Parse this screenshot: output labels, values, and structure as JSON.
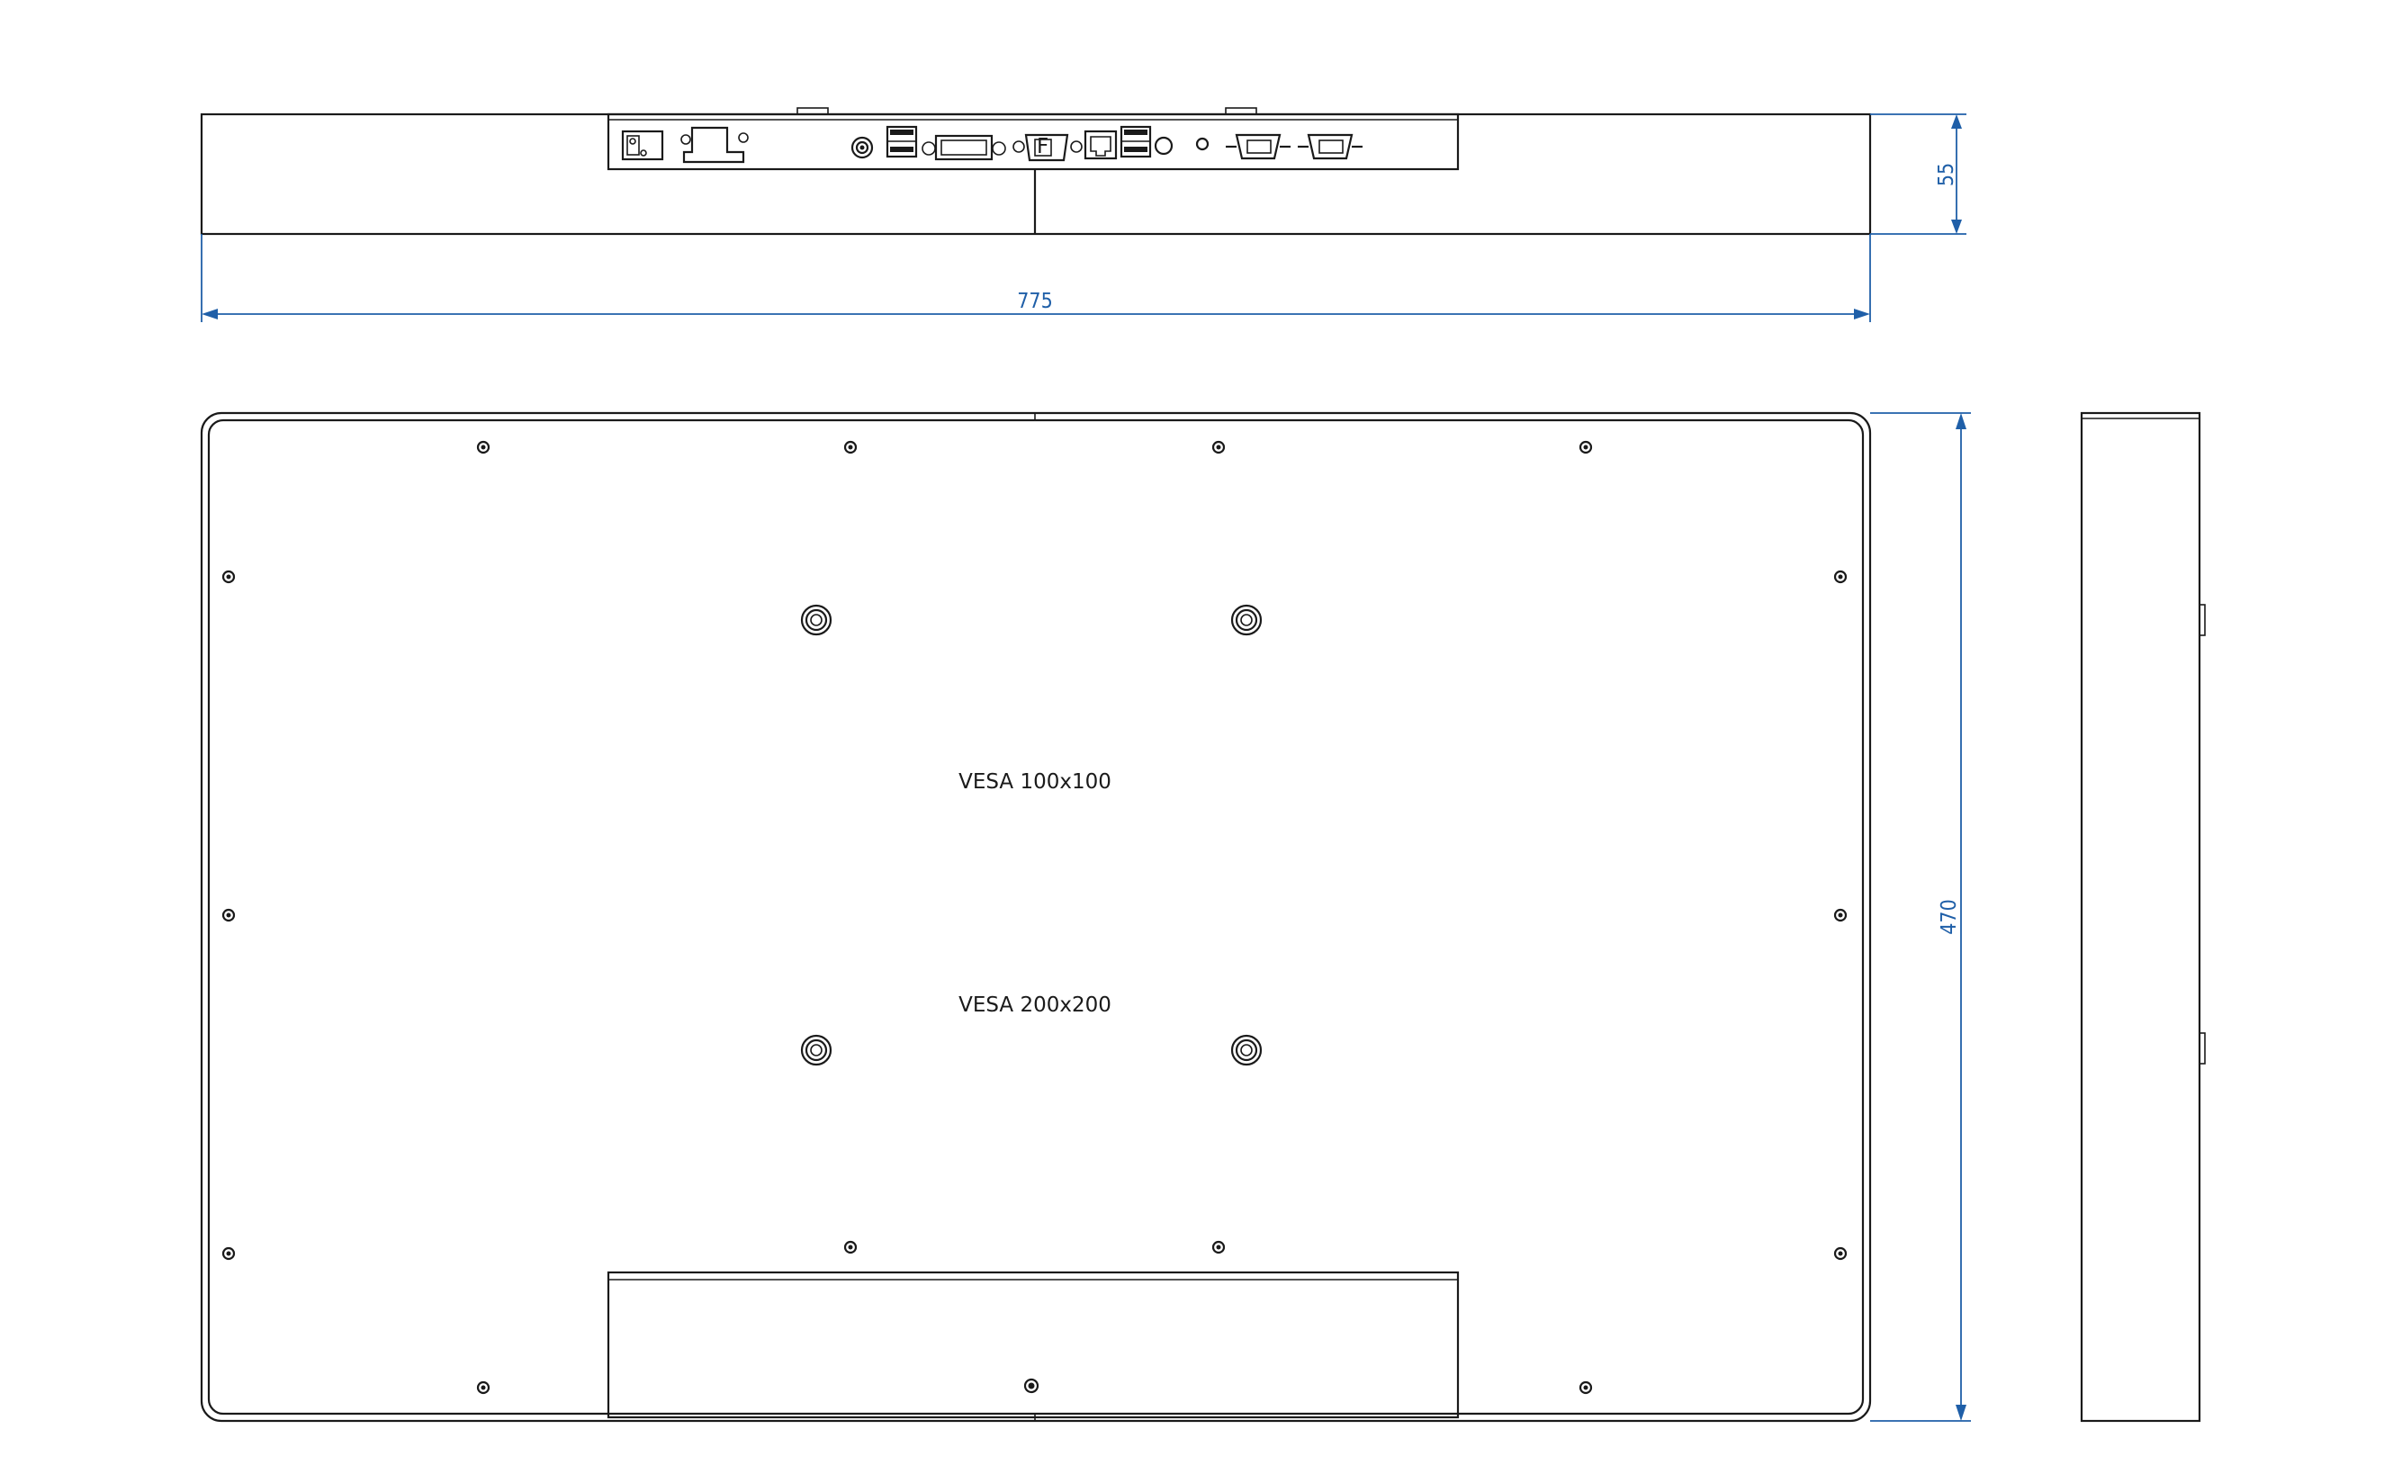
{
  "dimensions": {
    "width": "775",
    "height": "470",
    "depth": "55"
  },
  "labels": {
    "vesa_small": "VESA 100x100",
    "vesa_large": "VESA 200x200"
  },
  "colors": {
    "line": "#1a1a1a",
    "dimension": "#1f5fa8",
    "background": "#ffffff"
  }
}
